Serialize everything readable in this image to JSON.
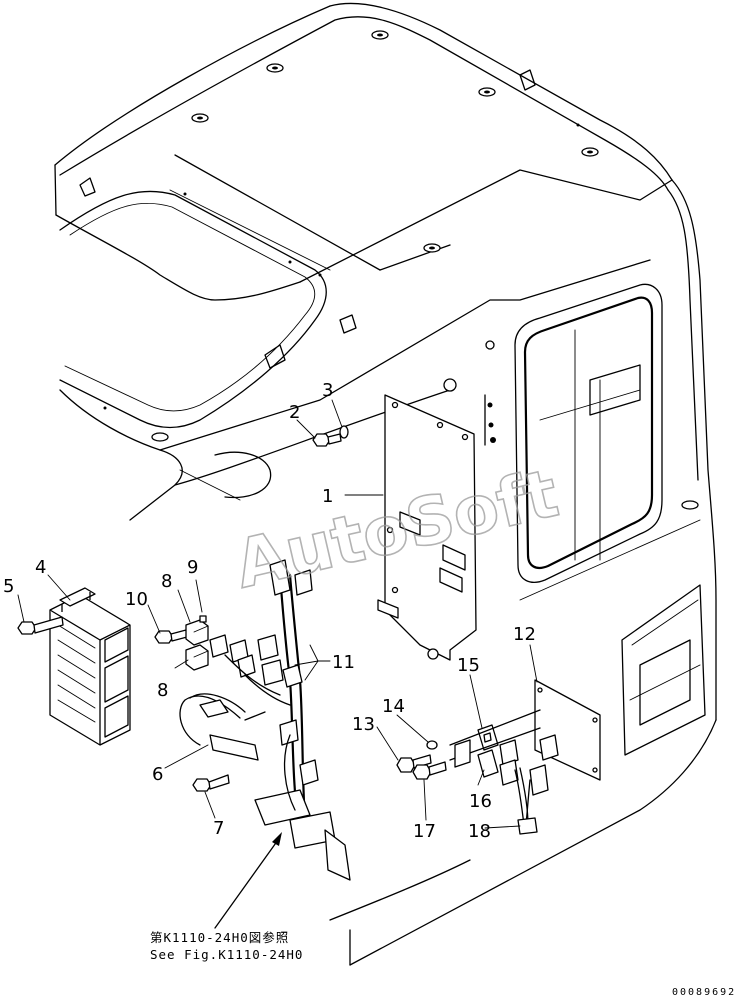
{
  "watermark": "AutoSoft",
  "callouts": [
    {
      "id": "c1",
      "label": "1"
    },
    {
      "id": "c2",
      "label": "2"
    },
    {
      "id": "c3",
      "label": "3"
    },
    {
      "id": "c4",
      "label": "4"
    },
    {
      "id": "c5",
      "label": "5"
    },
    {
      "id": "c6",
      "label": "6"
    },
    {
      "id": "c7",
      "label": "7"
    },
    {
      "id": "c8a",
      "label": "8"
    },
    {
      "id": "c8b",
      "label": "8"
    },
    {
      "id": "c9",
      "label": "9"
    },
    {
      "id": "c10",
      "label": "10"
    },
    {
      "id": "c11",
      "label": "11"
    },
    {
      "id": "c12",
      "label": "12"
    },
    {
      "id": "c13",
      "label": "13"
    },
    {
      "id": "c14",
      "label": "14"
    },
    {
      "id": "c15",
      "label": "15"
    },
    {
      "id": "c16",
      "label": "16"
    },
    {
      "id": "c17",
      "label": "17"
    },
    {
      "id": "c18",
      "label": "18"
    }
  ],
  "reference": {
    "line_ja": "第K1110-24H0図参照",
    "line_en": "See Fig.K1110-24H0"
  },
  "drawing_code": "00089692"
}
